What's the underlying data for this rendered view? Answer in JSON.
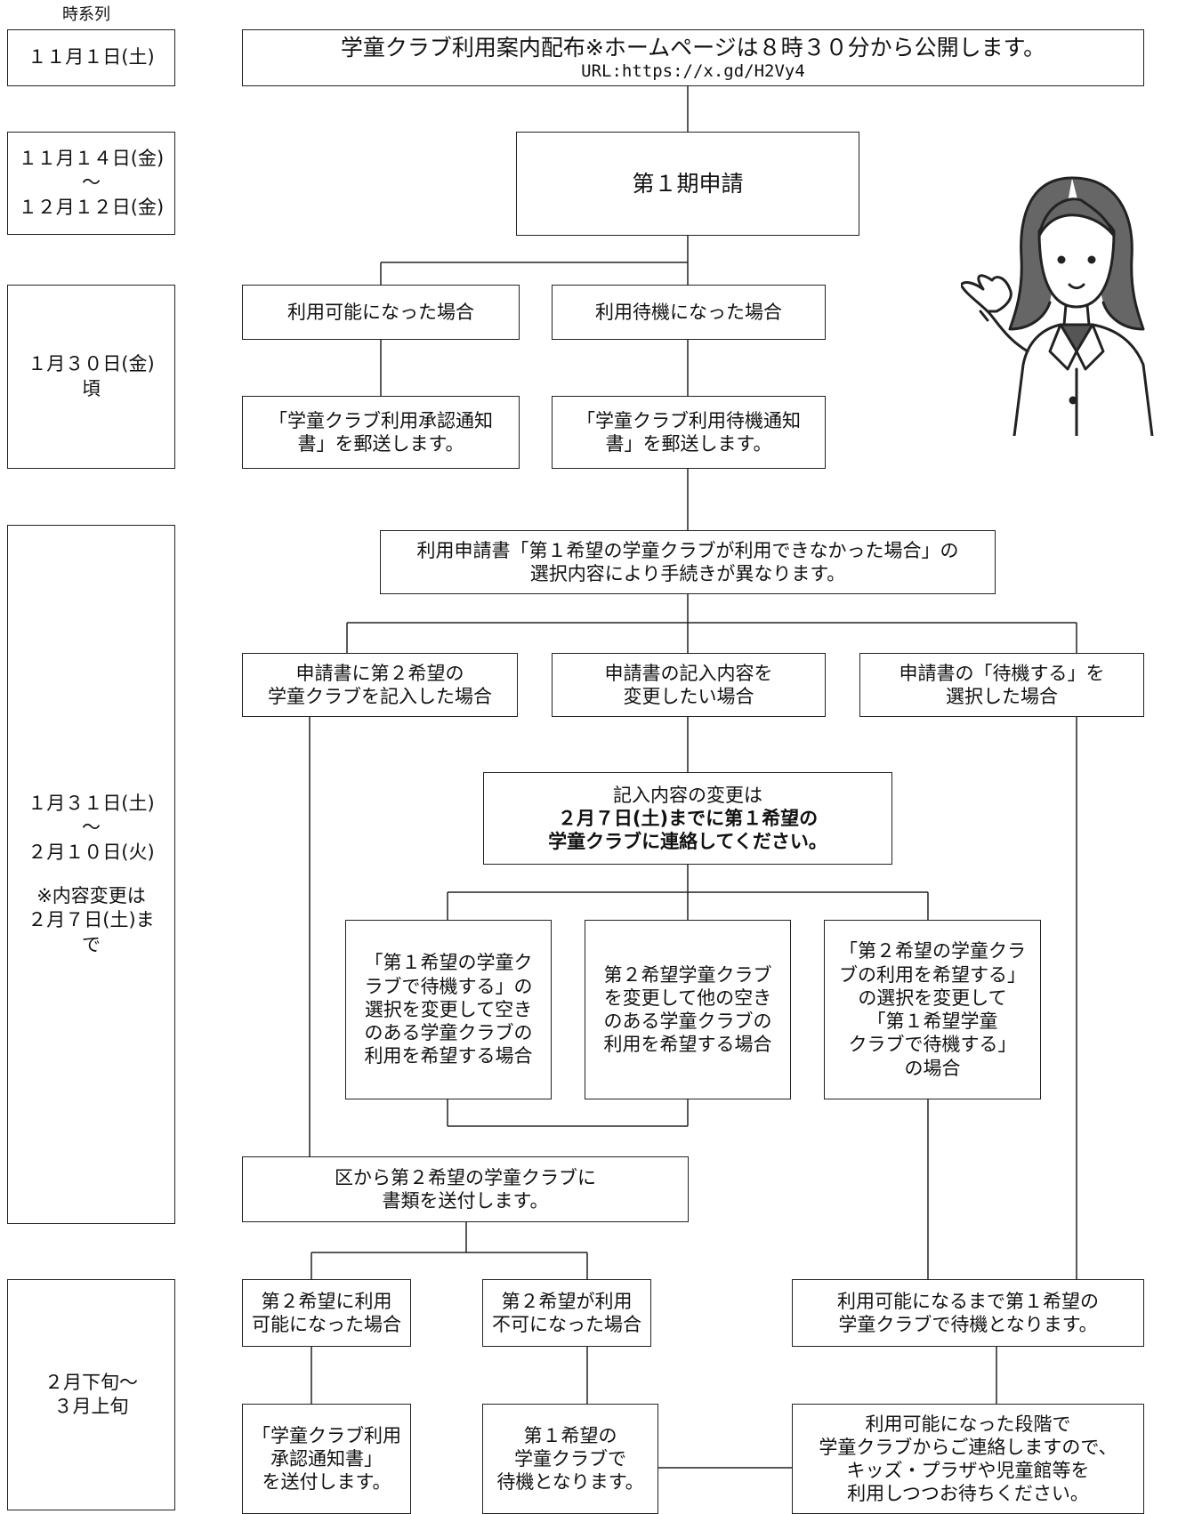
{
  "timeline": {
    "title": "時系列",
    "t1": [
      "１１月１日(土)"
    ],
    "t2": [
      "１１月１４日(金)",
      "～",
      "１２月１２日(金)"
    ],
    "t3": [
      "１月３０日(金)",
      "頃"
    ],
    "t4": [
      "１月３１日(土)",
      "～",
      "２月１０日(火)",
      "",
      "※内容変更は",
      "２月７日(土)ま",
      "で"
    ],
    "t5": [
      "２月下旬～",
      "３月上旬"
    ]
  },
  "flow": {
    "distribute": [
      "学童クラブ利用案内配布※ホームページは８時３０分から公開します。",
      "URL:https://x.gd/H2Vy4"
    ],
    "period1": [
      "第１期申請"
    ],
    "available": [
      "利用可能になった場合"
    ],
    "waiting": [
      "利用待機になった場合"
    ],
    "approval_notice": [
      "「学童クラブ利用承認通知",
      "書」を郵送します。"
    ],
    "waiting_notice": [
      "「学童クラブ利用待機通知",
      "書」を郵送します。"
    ],
    "application_note": [
      "利用申請書「第１希望の学童クラブが利用できなかった場合」の",
      "選択内容により手続きが異なります。"
    ],
    "second_choice": [
      "申請書に第２希望の",
      "学童クラブを記入した場合"
    ],
    "change_content": [
      "申請書の記入内容を",
      "変更したい場合"
    ],
    "select_wait": [
      "申請書の「待機する」を",
      "選択した場合"
    ],
    "change_deadline": [
      "記入内容の変更は",
      "２月７日(土)までに第１希望の",
      "学童クラブに連絡してください。"
    ],
    "opt_a": [
      "「第１希望の学童ク",
      "ラブで待機する」の",
      "選択を変更して空き",
      "のある学童クラブの",
      "利用を希望する場合"
    ],
    "opt_b": [
      "第２希望学童クラブ",
      "を変更して他の空き",
      "のある学童クラブの",
      "利用を希望する場合"
    ],
    "opt_c": [
      "「第２希望の学童クラ",
      "ブの利用を希望する」",
      "の選択を変更して",
      "「第１希望学童",
      "クラブで待機する」",
      "の場合"
    ],
    "send_docs": [
      "区から第２希望の学童クラブに",
      "書類を送付します。"
    ],
    "second_ok": [
      "第２希望に利用",
      "可能になった場合"
    ],
    "second_ng": [
      "第２希望が利用",
      "不可になった場合"
    ],
    "wait_first": [
      "利用可能になるまで第１希望の",
      "学童クラブで待機となります。"
    ],
    "approval_send": [
      "「学童クラブ利用",
      "承認通知書」",
      "を送付します。"
    ],
    "wait_at_first": [
      "第１希望の",
      "学童クラブで",
      "待機となります。"
    ],
    "contact_later": [
      "利用可能になった段階で",
      "学童クラブからご連絡しますので、",
      "キッズ・プラザや児童館等を",
      "利用しつつお待ちください。"
    ]
  }
}
